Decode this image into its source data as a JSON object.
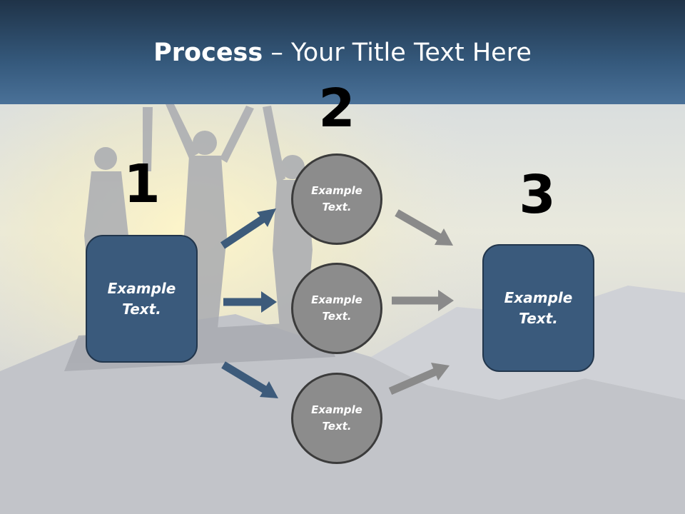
{
  "title": {
    "bold": "Process",
    "rest": " – Your Title Text Here"
  },
  "steps": {
    "one": "1",
    "two": "2",
    "three": "3"
  },
  "left_box": {
    "text": "Example\nText."
  },
  "right_box": {
    "text": "Example\nText."
  },
  "circles": [
    {
      "text": "Example\nText."
    },
    {
      "text": "Example\nText."
    },
    {
      "text": "Example\nText."
    }
  ],
  "colors": {
    "box": "#3a5a7c",
    "circle": "#8c8c8c",
    "arrow_blue": "#3d5b7b",
    "arrow_gray": "#8a8a8a"
  }
}
